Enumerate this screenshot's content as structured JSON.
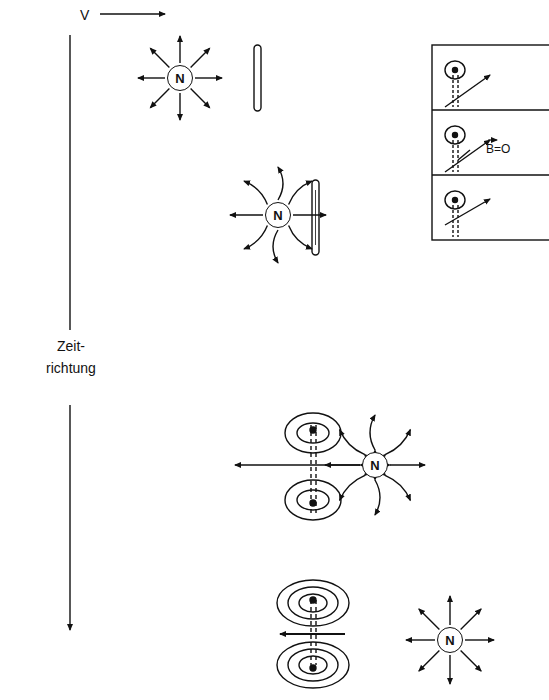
{
  "diagram": {
    "nodes": [
      {
        "text": [
          "N"
        ]
      },
      {
        "text": [
          "N"
        ]
      },
      {
        "text": [
          "N"
        ]
      },
      {
        "text": [
          "N"
        ]
      }
    ],
    "labels": [
      "V",
      "Zeit- richtung",
      "B=O"
    ]
  }
}
